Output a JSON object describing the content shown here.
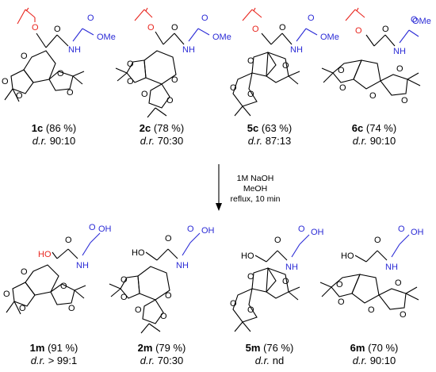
{
  "top_row": [
    {
      "id": "1c",
      "yield": "(86 %)",
      "dr_label": "d.r.",
      "dr_value": "90:10",
      "ester": "OMe"
    },
    {
      "id": "2c",
      "yield": "(78 %)",
      "dr_label": "d.r.",
      "dr_value": "70:30",
      "ester": "OMe"
    },
    {
      "id": "5c",
      "yield": "(63 %)",
      "dr_label": "d.r.",
      "dr_value": "87:13",
      "ester": "OMe"
    },
    {
      "id": "6c",
      "yield": "(74 %)",
      "dr_label": "d.r.",
      "dr_value": "90:10",
      "ester": "OMe"
    }
  ],
  "bottom_row": [
    {
      "id": "1m",
      "yield": "(91 %)",
      "dr_label": "d.r.",
      "dr_value": "> 99:1",
      "acid": "OH",
      "hydroxy": "HO"
    },
    {
      "id": "2m",
      "yield": "(79 %)",
      "dr_label": "d.r.",
      "dr_value": "70:30",
      "acid": "OH",
      "hydroxy": "HO"
    },
    {
      "id": "5m",
      "yield": "(76 %)",
      "dr_label": "d.r.",
      "dr_value": "nd",
      "acid": "OH",
      "hydroxy": "HO"
    },
    {
      "id": "6m",
      "yield": "(70 %)",
      "dr_label": "d.r.",
      "dr_value": "90:10",
      "acid": "OH",
      "hydroxy": "HO"
    }
  ],
  "conditions": {
    "line1": "1M NaOH",
    "line2": "MeOH",
    "line3": "reflux, 10 min"
  },
  "atoms": {
    "O": "O",
    "N": "N",
    "H": "H"
  },
  "colors": {
    "acetate": "#e8261f",
    "glycine": "#2b2bd6",
    "skeleton": "#000000"
  }
}
